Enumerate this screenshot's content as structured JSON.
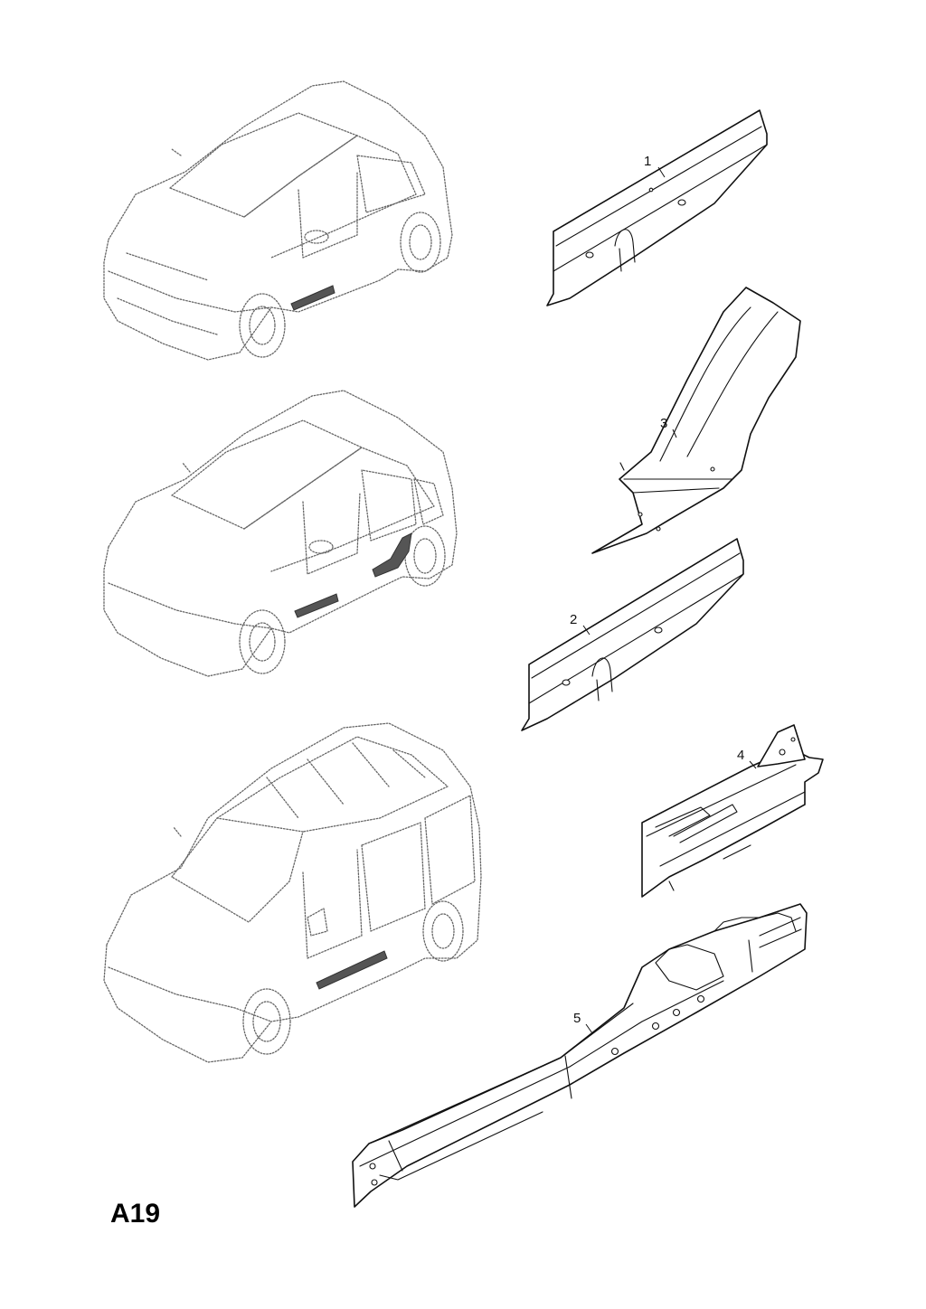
{
  "sheet": {
    "code": "A19"
  },
  "callouts": [
    {
      "id": "1",
      "label": "1"
    },
    {
      "id": "2",
      "label": "2"
    },
    {
      "id": "3",
      "label": "3"
    },
    {
      "id": "4",
      "label": "4"
    },
    {
      "id": "5",
      "label": "5"
    }
  ]
}
